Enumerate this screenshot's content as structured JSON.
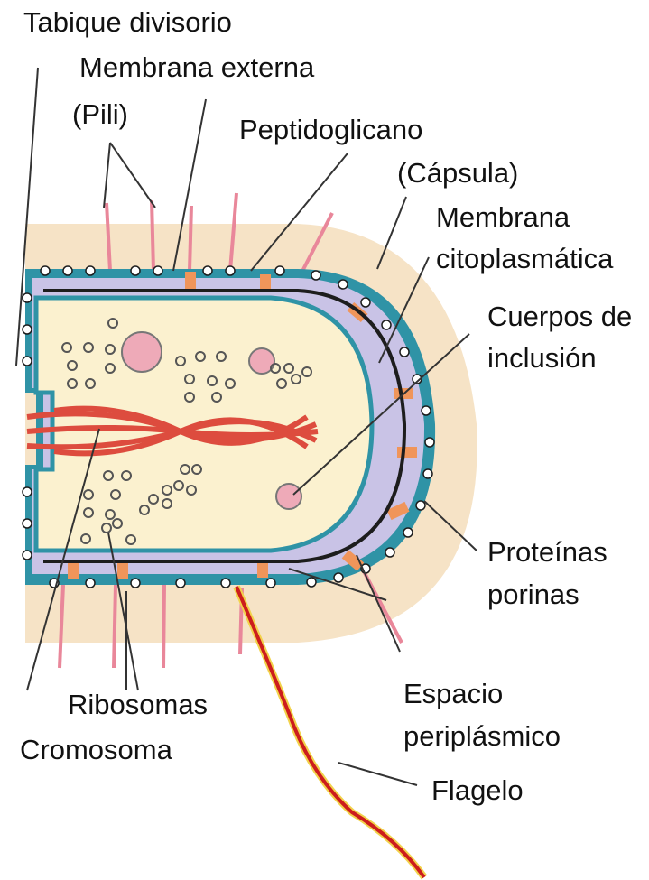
{
  "labels": {
    "tabique_divisorio": "Tabique divisorio",
    "membrana_externa": "Membrana externa",
    "pili": "(Pili)",
    "peptidoglicano": "Peptidoglicano",
    "capsula": "(Cápsula)",
    "membrana_citoplasmatica_1": "Membrana",
    "membrana_citoplasmatica_2": "citoplasmática",
    "cuerpos_inclusion_1": "Cuerpos de",
    "cuerpos_inclusion_2": "inclusión",
    "proteinas_porinas_1": "Proteínas",
    "proteinas_porinas_2": "porinas",
    "espacio_periplasmico_1": "Espacio",
    "espacio_periplasmico_2": "periplásmico",
    "flagelo": "Flagelo",
    "ribosomas": "Ribosomas",
    "cromosoma": "Cromosoma"
  },
  "colors": {
    "capsule": "#f6e3c6",
    "cytoplasm": "#fbf1cf",
    "periplasm": "#c9c3e6",
    "membrane_blue": "#2f93a6",
    "membrane_dark": "#1d1d1d",
    "pili": "#e9879a",
    "porin_orange": "#f0955a",
    "chromosome": "#dd4c3e",
    "flagellum_red": "#cc1d1d",
    "flagellum_yellow": "#f2d24b",
    "inclusion": "#eeaab8"
  }
}
